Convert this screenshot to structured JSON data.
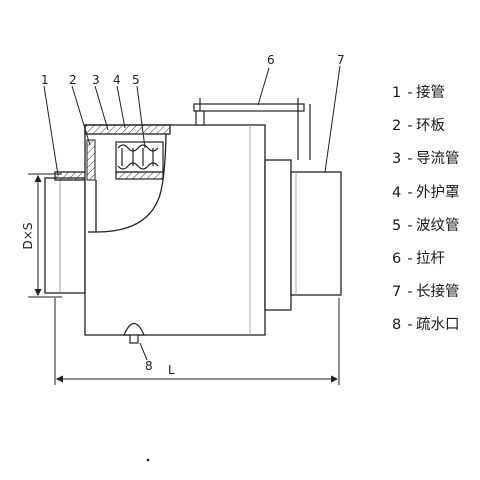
{
  "diagram": {
    "callouts": [
      "1",
      "2",
      "3",
      "4",
      "5",
      "6",
      "7",
      "8"
    ],
    "dimension_diameter": "D×S",
    "dimension_length": "L"
  },
  "legend": [
    {
      "num": "1",
      "label": "接管"
    },
    {
      "num": "2",
      "label": "环板"
    },
    {
      "num": "3",
      "label": "导流管"
    },
    {
      "num": "4",
      "label": "外护罩"
    },
    {
      "num": "5",
      "label": "波纹管"
    },
    {
      "num": "6",
      "label": "拉杆"
    },
    {
      "num": "7",
      "label": "长接管"
    },
    {
      "num": "8",
      "label": "疏水口"
    }
  ]
}
